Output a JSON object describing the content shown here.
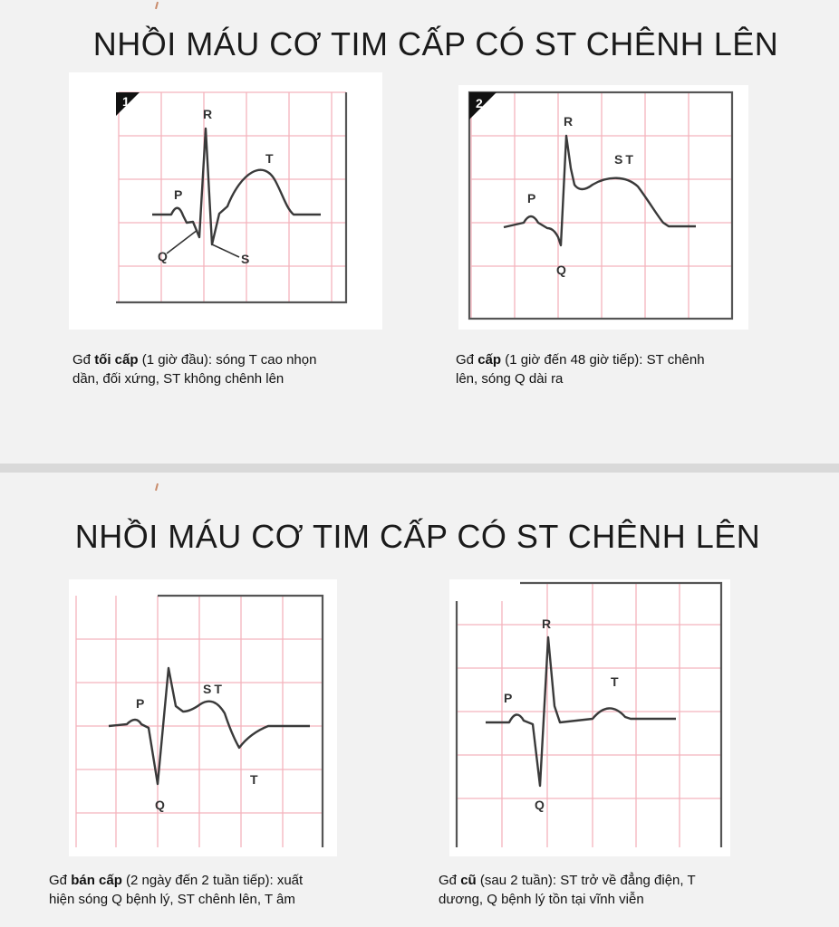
{
  "slides": [
    {
      "title": "NHỒI MÁU CƠ TIM CẤP CÓ ST CHÊNH LÊN",
      "panels": [
        {
          "badge": "1",
          "wave_labels": {
            "r": "R",
            "t": "T",
            "p": "P",
            "q": "Q",
            "s": "S"
          },
          "caption": {
            "pre": "Gđ ",
            "bold": "tối cấp",
            "post": " (1 giờ đầu): sóng T cao nhọn",
            "line2": "dần, đối xứng, ST không chênh lên"
          }
        },
        {
          "badge": "2",
          "wave_labels": {
            "r": "R",
            "st": "ST",
            "p": "P",
            "q": "Q"
          },
          "caption": {
            "pre": "Gđ ",
            "bold": "cấp",
            "post": " (1 giờ đến 48 giờ tiếp): ST chênh",
            "line2": "lên, sóng Q dài ra"
          }
        }
      ]
    },
    {
      "title": "NHỒI MÁU CƠ TIM CẤP CÓ ST CHÊNH LÊN",
      "panels": [
        {
          "wave_labels": {
            "p": "P",
            "st": "ST",
            "t": "T",
            "q": "Q"
          },
          "caption": {
            "pre": "Gđ ",
            "bold": "bán cấp",
            "post": " (2 ngày đến 2 tuần tiếp): xuất",
            "line2": "hiện sóng Q bệnh lý, ST chênh lên, T âm"
          }
        },
        {
          "wave_labels": {
            "r": "R",
            "p": "P",
            "t": "T",
            "q": "Q"
          },
          "caption": {
            "pre": "Gđ ",
            "bold": "cũ",
            "post": " (sau 2 tuần): ST trở về đẳng điện, T",
            "line2": "dương, Q bệnh lý tồn tại vĩnh viễn"
          }
        }
      ]
    }
  ],
  "colors": {
    "grid": "#f4b3bd",
    "trace": "#3a3a3a",
    "frame": "#555555",
    "badge": "#111111"
  }
}
